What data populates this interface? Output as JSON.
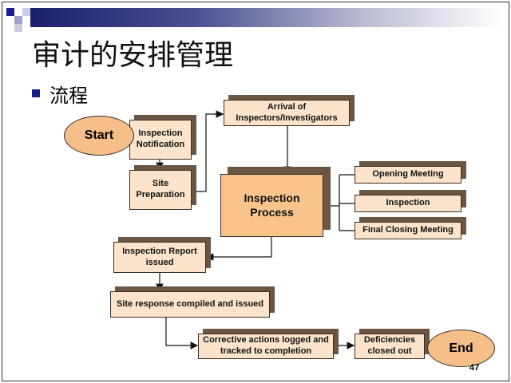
{
  "slide": {
    "title": "审计的安排管理",
    "bullet": "流程",
    "page_number": "47"
  },
  "flow": {
    "start": "Start",
    "notification": "Inspection Notification",
    "site_prep": "Site Preparation",
    "arrival": "Arrival of Inspectors/Investigators",
    "process": "Inspection Process",
    "opening": "Opening Meeting",
    "inspection": "Inspection",
    "closing": "Final Closing Meeting",
    "report": "Inspection Report issued",
    "response": "Site response compiled and issued",
    "corrective": "Corrective actions logged and tracked to completion",
    "deficiencies": "Deficiencies closed out",
    "end": "End"
  },
  "colors": {
    "box": "#fbe4cb",
    "process": "#f8c48c",
    "ellipse": "#f6bf8a",
    "header": "#1a1f6e"
  }
}
